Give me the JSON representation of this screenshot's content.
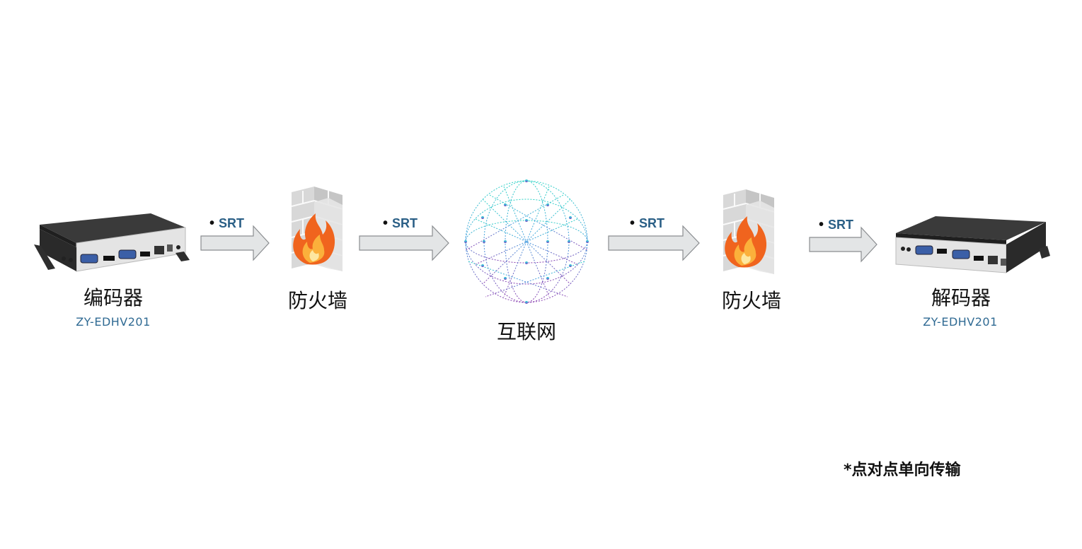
{
  "nodes": {
    "encoder": {
      "label": "编码器",
      "model": "ZY-EDHV201"
    },
    "firewall_left": {
      "label": "防火墙"
    },
    "internet": {
      "label": "互联网"
    },
    "firewall_right": {
      "label": "防火墙"
    },
    "decoder": {
      "label": "解码器",
      "model": "ZY-EDHV201"
    }
  },
  "links": [
    {
      "protocol": "SRT"
    },
    {
      "protocol": "SRT"
    },
    {
      "protocol": "SRT"
    },
    {
      "protocol": "SRT"
    }
  ],
  "note": "*点对点单向传输",
  "colors": {
    "arrow_fill": "#e3e5e6",
    "arrow_stroke": "#8a8d90",
    "protocol_text": "#2a5f86",
    "model_text": "#2f6a93",
    "device_body": "#2b2b2b",
    "flame": "#f0641e"
  },
  "icons": {
    "encoder": "media-encoder-device-icon",
    "firewall": "brick-wall-fire-icon",
    "internet": "wireframe-globe-icon",
    "decoder": "media-decoder-device-icon"
  }
}
